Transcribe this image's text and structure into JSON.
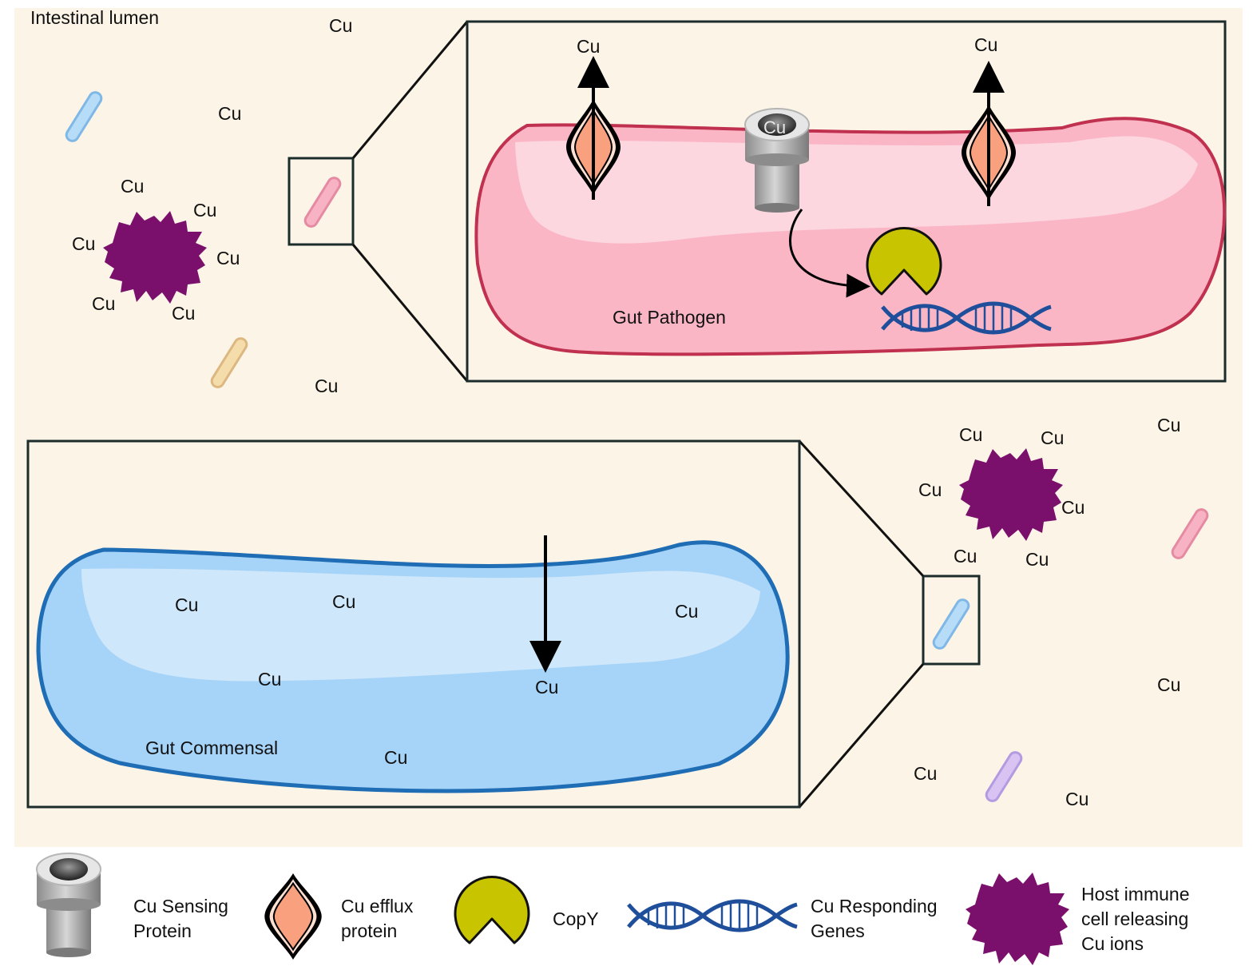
{
  "background": {
    "lumen_color": "#fcf4e6",
    "page_color": "#ffffff"
  },
  "lumen": {
    "label": "Intestinal lumen"
  },
  "ion_text": "Cu",
  "pathogen_panel": {
    "cell_label": "Gut Pathogen",
    "cell_fill": "#fbb6c6",
    "cell_stroke": "#c0304f",
    "sensor_text": "Cu",
    "efflux_arrow_labels": [
      "Cu",
      "Cu"
    ]
  },
  "commensal_panel": {
    "cell_label": "Gut Commensal",
    "cell_fill": "#a6d3f8",
    "cell_stroke": "#1f6db5",
    "influx_label": "Cu",
    "internal_ions": [
      "Cu",
      "Cu",
      "Cu",
      "Cu",
      "Cu"
    ]
  },
  "immune_cells": {
    "top_left": {
      "ions": [
        "Cu",
        "Cu",
        "Cu",
        "Cu",
        "Cu",
        "Cu"
      ]
    },
    "right": {
      "ions": [
        "Cu",
        "Cu",
        "Cu",
        "Cu",
        "Cu",
        "Cu"
      ]
    },
    "color": "#7a0f6c"
  },
  "free_ions": {
    "top": [
      "Cu",
      "Cu",
      "Cu"
    ],
    "right": [
      "Cu",
      "Cu",
      "Cu",
      "Cu"
    ]
  },
  "legend": {
    "sensing_protein": {
      "line1": "Cu Sensing",
      "line2": "Protein",
      "icon": "cu-sensing-protein-icon"
    },
    "efflux_protein": {
      "line1": "Cu efflux",
      "line2": "protein",
      "icon": "cu-efflux-protein-icon"
    },
    "copy": {
      "label": "CopY",
      "icon": "copy-repressor-icon"
    },
    "responding_genes": {
      "line1": "Cu Responding",
      "line2": "Genes",
      "icon": "dna-icon"
    },
    "immune_cell": {
      "line1": "Host immune",
      "line2": "cell releasing",
      "line3": "Cu ions",
      "icon": "immune-cell-icon"
    }
  },
  "colors": {
    "efflux_fill": "#f9a07e",
    "copy_fill": "#c9c400",
    "dna_color": "#1f4f9a",
    "bacteria_blue": "#b6dcf7",
    "bacteria_pink": "#f7b3c4",
    "bacteria_yellow": "#f5ddab",
    "bacteria_purple": "#d8c3f2"
  }
}
